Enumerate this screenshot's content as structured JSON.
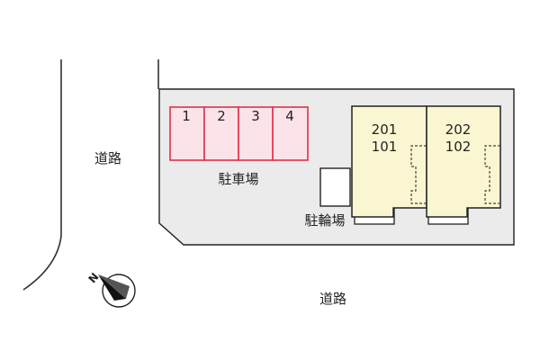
{
  "roads": {
    "left_label": "道路",
    "bottom_label": "道路"
  },
  "parking": {
    "label": "駐車場",
    "spaces": [
      "1",
      "2",
      "3",
      "4"
    ],
    "fill_color": "#fce3ea",
    "stroke_color": "#e0304a"
  },
  "bicycle_parking": {
    "label": "駐輪場"
  },
  "units": [
    {
      "upper": "201",
      "lower": "101"
    },
    {
      "upper": "202",
      "lower": "102"
    }
  ],
  "building_color": "#fbf6d2",
  "lot_color": "#ebebeb",
  "compass": {
    "north_letter": "N"
  }
}
